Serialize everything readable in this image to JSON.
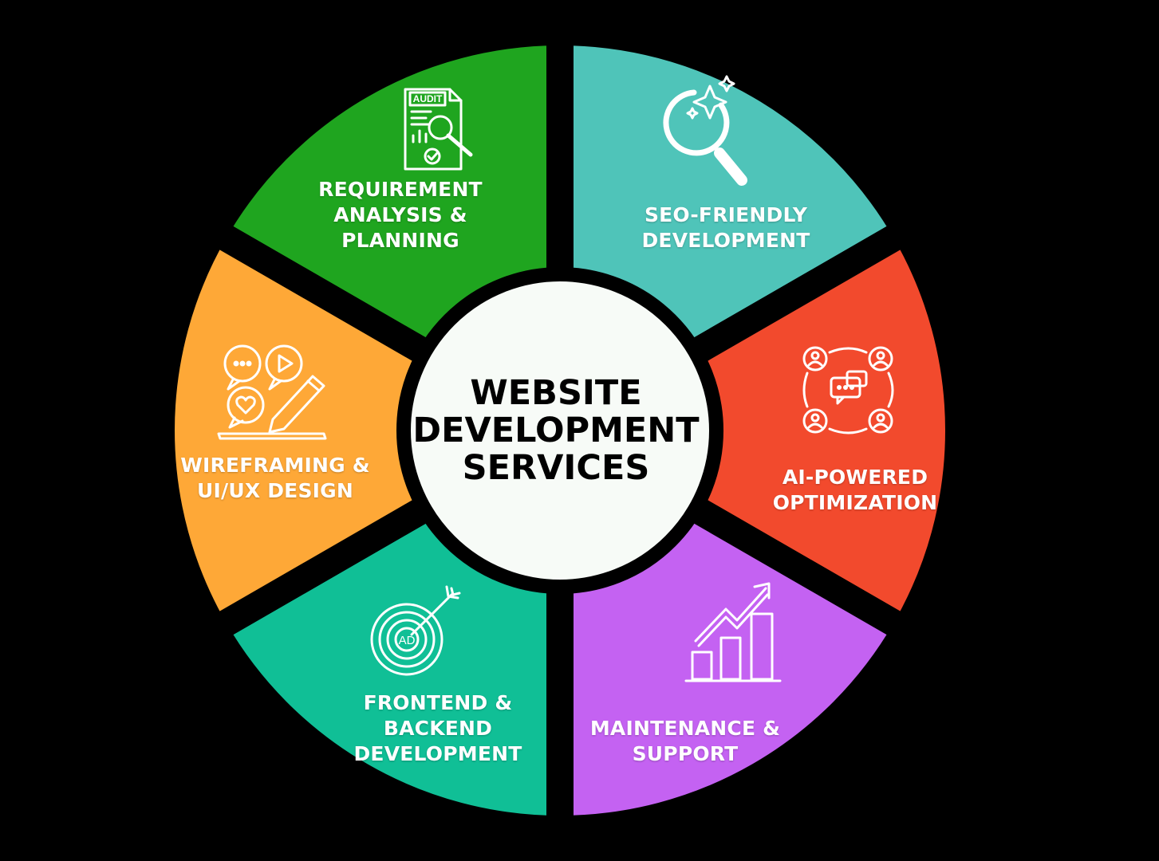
{
  "center": {
    "lines": [
      "WEBSITE",
      "DEVELOPMENT",
      "SERVICES"
    ]
  },
  "segments": [
    {
      "id": "requirement",
      "color": "#1fa51f",
      "icon": "audit-report-icon",
      "icon_text": "AUDIT",
      "lines": [
        "REQUIREMENT",
        "ANALYSIS &",
        "PLANNING"
      ]
    },
    {
      "id": "seo",
      "color": "#4fc4b9",
      "icon": "sparkle-search-icon",
      "lines": [
        "SEO-FRIENDLY",
        "DEVELOPMENT"
      ]
    },
    {
      "id": "ai",
      "color": "#f24a2d",
      "icon": "team-chat-network-icon",
      "lines": [
        "AI-POWERED",
        "OPTIMIZATION"
      ]
    },
    {
      "id": "maintenance",
      "color": "#c462f2",
      "icon": "growth-chart-icon",
      "lines": [
        "MAINTENANCE &",
        "SUPPORT"
      ]
    },
    {
      "id": "frontend",
      "color": "#10bf96",
      "icon": "ad-target-icon",
      "icon_text": "AD",
      "lines": [
        "FRONTEND &",
        "BACKEND",
        "DEVELOPMENT"
      ]
    },
    {
      "id": "wireframing",
      "color": "#fea837",
      "icon": "design-pencil-icon",
      "lines": [
        "WIREFRAMING &",
        "UI/UX DESIGN"
      ]
    }
  ]
}
